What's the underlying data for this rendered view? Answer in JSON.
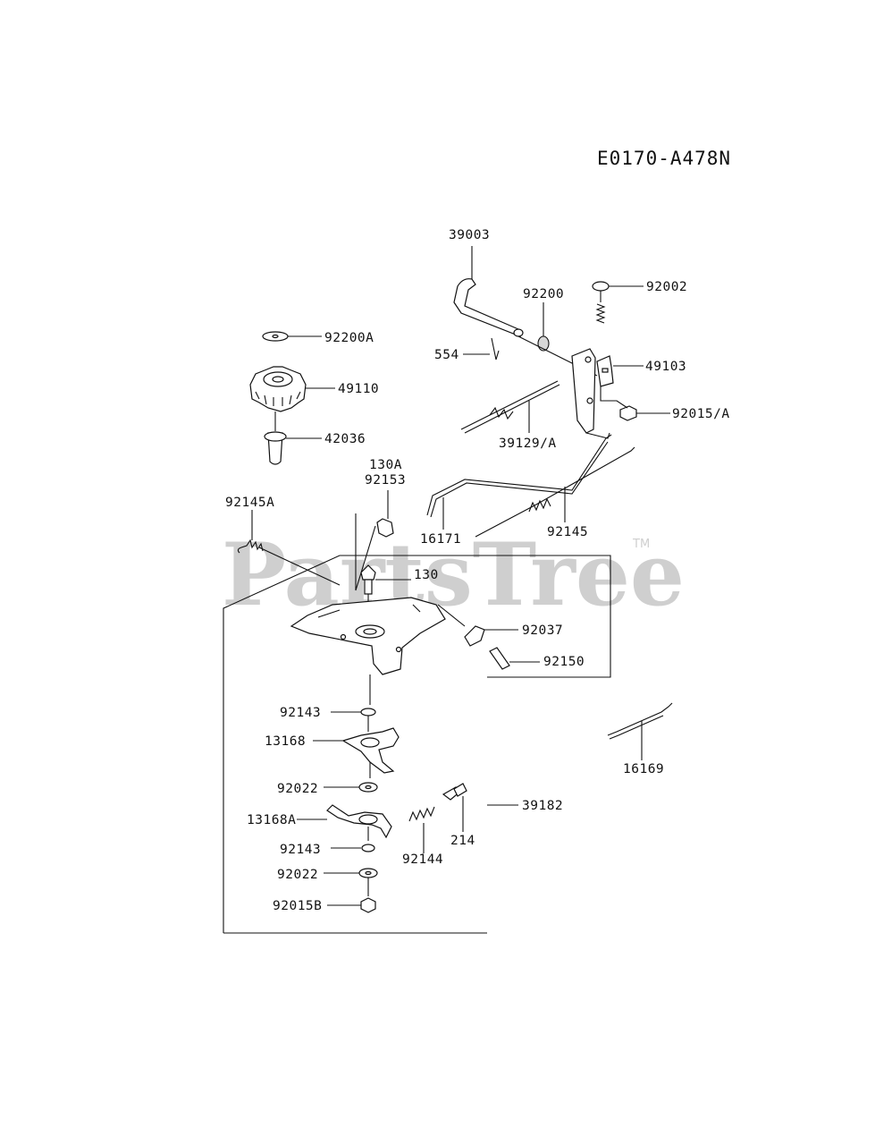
{
  "diagram": {
    "code": "E0170-A478N",
    "watermark": "PartsTree",
    "watermark_tm": "TM",
    "labels": {
      "p39003": "39003",
      "p92200": "92200",
      "p92002": "92002",
      "p92200A": "92200A",
      "p554": "554",
      "p49103": "49103",
      "p49110": "49110",
      "p92015A": "92015/A",
      "p42036": "42036",
      "p39129A": "39129/A",
      "p130A": "130A",
      "p92153": "92153",
      "p92145A": "92145A",
      "p16171": "16171",
      "p92145": "92145",
      "p130": "130",
      "p92037": "92037",
      "p92150": "92150",
      "p92143a": "92143",
      "p13168": "13168",
      "p16169": "16169",
      "p92022a": "92022",
      "p39182": "39182",
      "p13168A": "13168A",
      "p214": "214",
      "p92143b": "92143",
      "p92144": "92144",
      "p92022b": "92022",
      "p92015B": "92015B"
    }
  }
}
